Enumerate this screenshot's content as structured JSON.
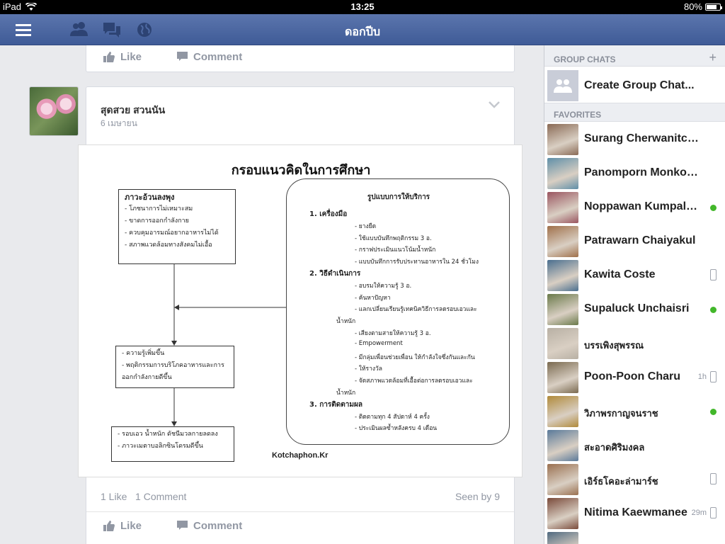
{
  "status_bar": {
    "device": "iPad",
    "time": "13:25",
    "battery": "80%",
    "battery_level": 0.8
  },
  "nav": {
    "title": "ดอกปีบ"
  },
  "prev_post": {
    "like_label": "Like",
    "comment_label": "Comment"
  },
  "post": {
    "author": "สุดสวย สวนนัน",
    "date": "6 เมษายน",
    "diagram": {
      "title": "กรอบแนวคิดในการศึกษา",
      "box1": {
        "title": "ภาวะอ้วนลงพุง",
        "items": [
          "- โภชนาการไม่เหมาะสม",
          "- ขาดการออกกำลังกาย",
          "- ควบคุมอารมณ์อยากอาหารไม่ได้",
          "- สภาพแวดล้อมทางสังคมไม่เอื้อ"
        ]
      },
      "box2": {
        "items": [
          "- ความรู้เพิ่มขึ้น",
          "- พฤติกรรมการบริโภคอาหารและการ",
          "ออกกำลังกายดีขึ้น"
        ]
      },
      "box3": {
        "items": [
          "- รอบเอว น้ำหนัก ดัชนีมวลกายลดลง",
          "- ภาวะเมตาบอลิกซินโดรมดีขึ้น"
        ]
      },
      "right_box": {
        "title": "รูปแบบการให้บริการ",
        "lines": [
          "1. เครื่องมือ",
          "- ยางยืด",
          "- ใช้แบบบันทึกพฤติกรรม 3 อ.",
          "- กราฟประเมินแนวโน้มน้ำหนัก",
          "- แบบบันทึกการรับประทานอาหารใน 24 ชั่วโมง",
          "2. วิธีดำเนินการ",
          "- อบรมให้ความรู้ 3 อ.",
          "- ค้นหาปัญหา",
          "- แลกเปลี่ยนเรียนรู้เทคนิควิธีการลดรอบเอวและ",
          "น้ำหนัก",
          "- เสียงตามสายให้ความรู้ 3 อ.",
          "- Empowerment",
          "- มีกลุ่มเพื่อนช่วยเพื่อน ให้กำลังใจซึ่งกันและกัน",
          "- ให้รางวัล",
          "- จัดสภาพแวดล้อมที่เอื้อต่อการลดรอบเอวและ",
          "น้ำหนัก",
          "3. การติดตามผล",
          "- ติดตามทุก 4 สัปดาห์ 4 ครั้ง",
          "- ประเมินผลซ้ำหลังครบ 4 เดือน"
        ]
      },
      "credit": "Kotchaphon.Kr"
    },
    "likes": "1 Like",
    "comments": "1 Comment",
    "seen": "Seen by 9",
    "like_label": "Like",
    "comment_label": "Comment"
  },
  "sidebar": {
    "group_chats_header": "GROUP CHATS",
    "plus": "+",
    "create_group": "Create Group Chat...",
    "favorites_header": "FAVORITES",
    "friends": [
      {
        "name": "Surang Cherwanitchakorn",
        "status": "none",
        "time": "",
        "color": "#8a6a55"
      },
      {
        "name": "Panomporn Monkong",
        "status": "none",
        "time": "",
        "color": "#5f8fa8"
      },
      {
        "name": "Noppawan Kumpalanon",
        "status": "online",
        "time": "",
        "color": "#9a5560"
      },
      {
        "name": "Patrawarn Chaiyakul",
        "status": "none",
        "time": "",
        "color": "#a0704a"
      },
      {
        "name": "Kawita Coste",
        "status": "mobile",
        "time": "",
        "color": "#4a6f8f"
      },
      {
        "name": "Supaluck Unchaisri",
        "status": "online",
        "time": "",
        "color": "#6a7a4a"
      },
      {
        "name": "บรรเพิงสุพรรณ",
        "status": "none",
        "time": "",
        "color": "#b8b0a4"
      },
      {
        "name": "Poon-Poon Charu",
        "status": "mobile",
        "time": "1h",
        "color": "#7a6a50"
      },
      {
        "name": "วิภาพรกาญจนราช",
        "status": "online",
        "time": "",
        "color": "#b08a3a"
      },
      {
        "name": "สะอาดศิริมงคล",
        "status": "none",
        "time": "",
        "color": "#5a7a9a"
      },
      {
        "name": "เอิร์ธโคอะล่ามาร์ช",
        "status": "mobile",
        "time": "",
        "color": "#9a7050"
      },
      {
        "name": "Nitima Kaewmanee",
        "status": "mobile",
        "time": "29m",
        "color": "#7a4a3a"
      },
      {
        "name": "",
        "status": "none",
        "time": "",
        "color": "#506a80"
      }
    ]
  }
}
